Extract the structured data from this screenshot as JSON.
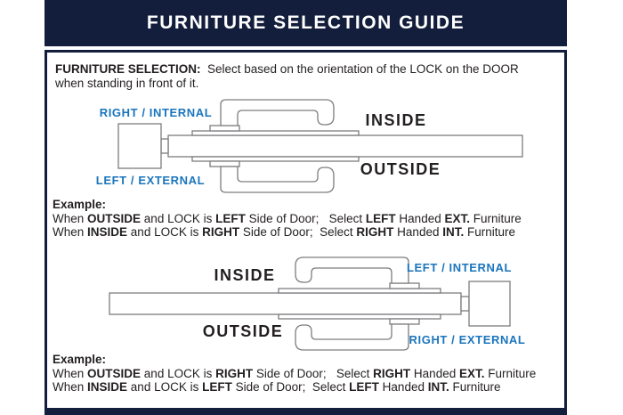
{
  "colors": {
    "navy": "#131e3c",
    "blue": "#1b75bc",
    "ink": "#231f20",
    "line": "#7d7d80"
  },
  "header": {
    "title": "FURNITURE SELECTION GUIDE"
  },
  "intro": {
    "line1": [
      {
        "t": "FURNITURE SELECTION:",
        "b": true
      },
      {
        "t": "  Select based on the orientation of the LOCK on the DOOR",
        "b": false
      }
    ],
    "line2": "when standing in front of it."
  },
  "diagram1": {
    "lock_side_top_label": "RIGHT / INTERNAL",
    "lock_side_bottom_label": "LEFT / EXTERNAL",
    "inside_label": "INSIDE",
    "outside_label": "OUTSIDE"
  },
  "example1": {
    "heading": "Example:",
    "line1": [
      {
        "t": "When ",
        "b": false
      },
      {
        "t": "OUTSIDE",
        "b": true
      },
      {
        "t": " and LOCK is ",
        "b": false
      },
      {
        "t": "LEFT",
        "b": true
      },
      {
        "t": " Side of Door;   Select ",
        "b": false
      },
      {
        "t": "LEFT",
        "b": true
      },
      {
        "t": " Handed ",
        "b": false
      },
      {
        "t": "EXT.",
        "b": true
      },
      {
        "t": " Furniture",
        "b": false
      }
    ],
    "line2": [
      {
        "t": "When ",
        "b": false
      },
      {
        "t": "INSIDE",
        "b": true
      },
      {
        "t": " and LOCK is ",
        "b": false
      },
      {
        "t": "RIGHT",
        "b": true
      },
      {
        "t": " Side of Door;  Select ",
        "b": false
      },
      {
        "t": "RIGHT",
        "b": true
      },
      {
        "t": " Handed ",
        "b": false
      },
      {
        "t": "INT.",
        "b": true
      },
      {
        "t": " Furniture",
        "b": false
      }
    ]
  },
  "diagram2": {
    "lock_side_top_label": "LEFT / INTERNAL",
    "lock_side_bottom_label": "RIGHT / EXTERNAL",
    "inside_label": "INSIDE",
    "outside_label": "OUTSIDE"
  },
  "example2": {
    "heading": "Example:",
    "line1": [
      {
        "t": "When ",
        "b": false
      },
      {
        "t": "OUTSIDE",
        "b": true
      },
      {
        "t": " and LOCK is ",
        "b": false
      },
      {
        "t": "RIGHT",
        "b": true
      },
      {
        "t": " Side of Door;   Select ",
        "b": false
      },
      {
        "t": "RIGHT",
        "b": true
      },
      {
        "t": " Handed ",
        "b": false
      },
      {
        "t": "EXT.",
        "b": true
      },
      {
        "t": " Furniture",
        "b": false
      }
    ],
    "line2": [
      {
        "t": "When ",
        "b": false
      },
      {
        "t": "INSIDE",
        "b": true
      },
      {
        "t": " and LOCK is ",
        "b": false
      },
      {
        "t": "LEFT",
        "b": true
      },
      {
        "t": " Side of Door;  Select ",
        "b": false
      },
      {
        "t": "LEFT",
        "b": true
      },
      {
        "t": " Handed ",
        "b": false
      },
      {
        "t": "INT.",
        "b": true
      },
      {
        "t": " Furniture",
        "b": false
      }
    ]
  }
}
